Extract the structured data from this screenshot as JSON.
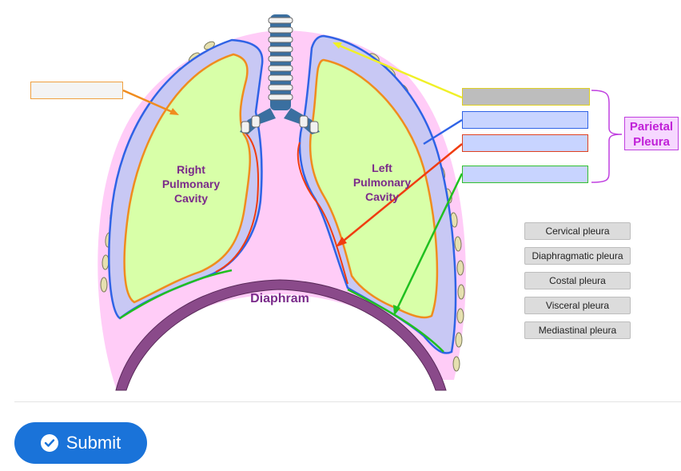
{
  "diagram": {
    "right_cavity_label": [
      "Right",
      "Pulmonary",
      "Cavity"
    ],
    "left_cavity_label": [
      "Left",
      "Pulmonary",
      "Cavity"
    ],
    "diaphragm_label": "Diaphram",
    "parietal_label": [
      "Parietal",
      "Pleura"
    ]
  },
  "drop_targets": [
    {
      "name": "drop-target-right-lung",
      "value": "",
      "line_color": "#f08c1e"
    },
    {
      "name": "drop-target-cervical",
      "value": "",
      "line_color": "#f0f028"
    },
    {
      "name": "drop-target-costal",
      "value": "",
      "line_color": "#2f63e6"
    },
    {
      "name": "drop-target-mediastinal",
      "value": "",
      "line_color": "#f03c10"
    },
    {
      "name": "drop-target-diaphragmatic",
      "value": "",
      "line_color": "#20c020"
    }
  ],
  "answer_options": [
    "Cervical pleura",
    "Diaphragmatic pleura",
    "Costal pleura",
    "Visceral pleura",
    "Mediastinal pleura"
  ],
  "submit_label": "Submit",
  "colors": {
    "thorax_fill": "#ffccf7",
    "pleural_cavity": "#c8c8f4",
    "lung_fill": "#d8ffa8",
    "accent_purple": "#7a2a8a",
    "submit_blue": "#1a73d9"
  }
}
